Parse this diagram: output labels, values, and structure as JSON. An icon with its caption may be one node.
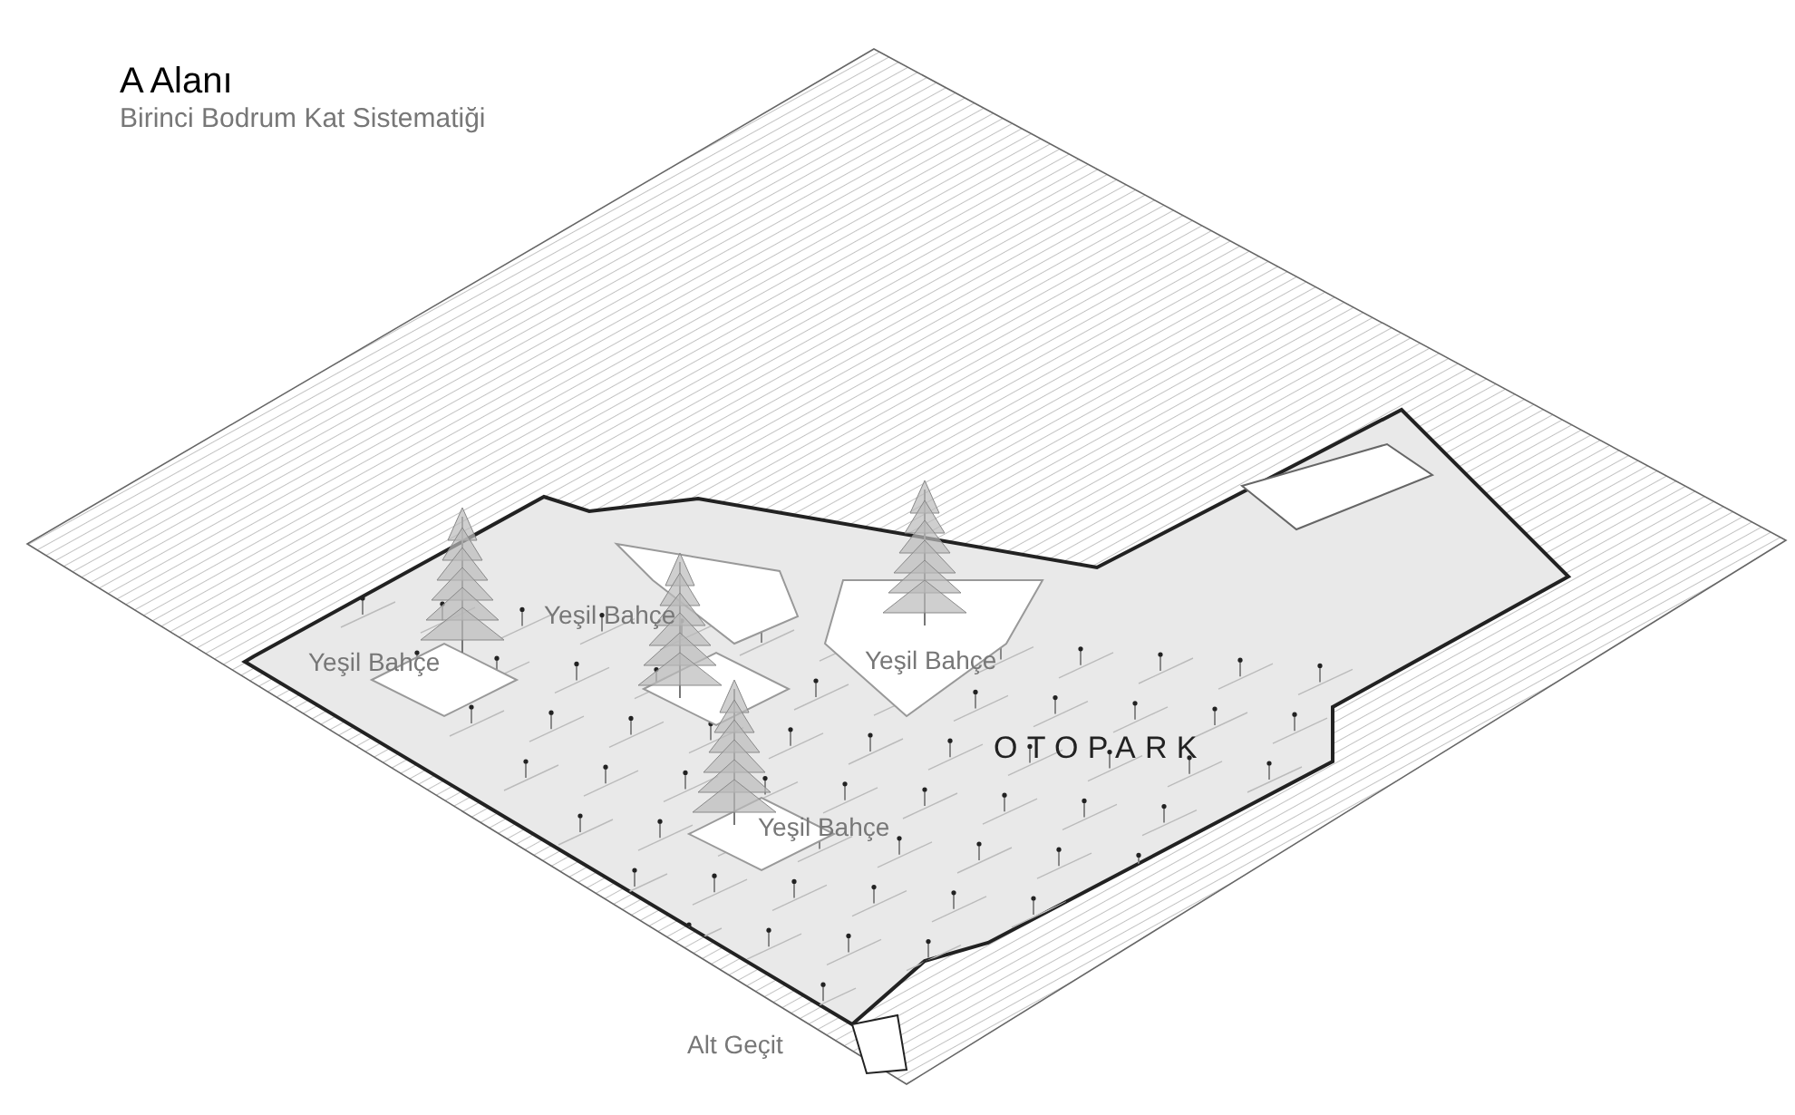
{
  "diagram": {
    "title": "A Alanı",
    "labels": [
      "Birinci Bodrum Kat Sistematiği",
      "Yeşil Bahçe",
      "Yeşil Bahçe",
      "Yeşil Bahçe",
      "OTOPARK",
      "Yeşil Bahçe",
      "Alt Geçit"
    ]
  }
}
